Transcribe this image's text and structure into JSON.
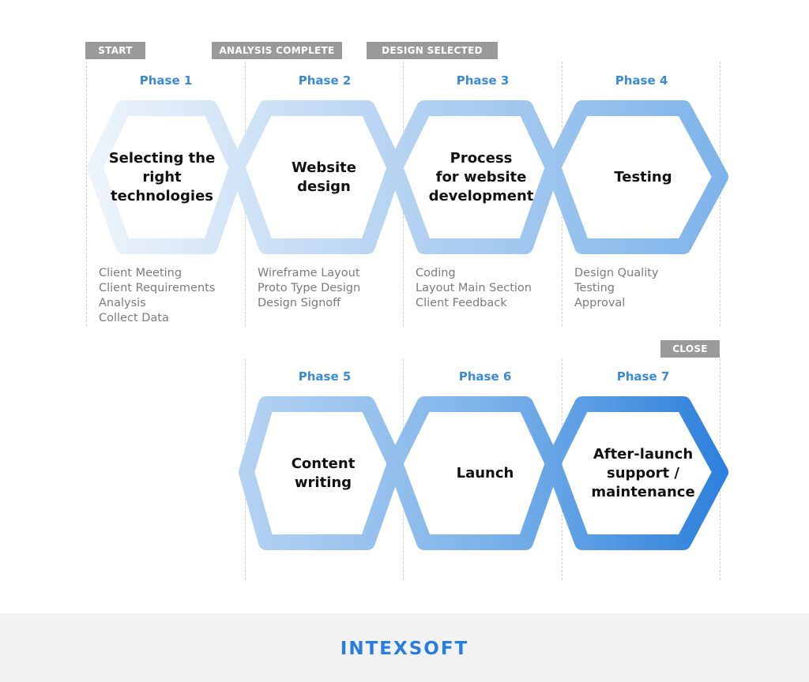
{
  "milestones": {
    "start": "START",
    "analysis": "ANALYSIS COMPLETE",
    "design": "DESIGN SELECTED",
    "close": "CLOSE"
  },
  "phases": [
    {
      "label": "Phase 1",
      "title_lines": [
        "Selecting the",
        "right",
        "technologies"
      ],
      "items": [
        "Client Meeting",
        "Client Requirements",
        "Analysis",
        "Collect Data"
      ]
    },
    {
      "label": "Phase 2",
      "title_lines": [
        "Website",
        "design"
      ],
      "items": [
        "Wireframe Layout",
        "Proto Type Design",
        "Design Signoff"
      ]
    },
    {
      "label": "Phase 3",
      "title_lines": [
        "Process",
        "for website",
        "development"
      ],
      "items": [
        "Coding",
        "Layout Main Section",
        "Client Feedback"
      ]
    },
    {
      "label": "Phase 4",
      "title_lines": [
        "Testing"
      ],
      "items": [
        "Design Quality",
        "Testing",
        "Approval"
      ]
    },
    {
      "label": "Phase 5",
      "title_lines": [
        "Content",
        "writing"
      ],
      "items": []
    },
    {
      "label": "Phase 6",
      "title_lines": [
        "Launch"
      ],
      "items": []
    },
    {
      "label": "Phase 7",
      "title_lines": [
        "After-launch",
        "support /",
        "maintenance"
      ],
      "items": []
    }
  ],
  "colors": {
    "accent": "#3a8ad8",
    "tag_bg": "#9a9a9a",
    "ribbon_row1_start": "#eef4fb",
    "ribbon_row1_end": "#7db3ea",
    "ribbon_row2_start": "#b6d3f2",
    "ribbon_row2_end": "#2b7fdb"
  },
  "footer": {
    "logo": "INTEXSOFT"
  }
}
